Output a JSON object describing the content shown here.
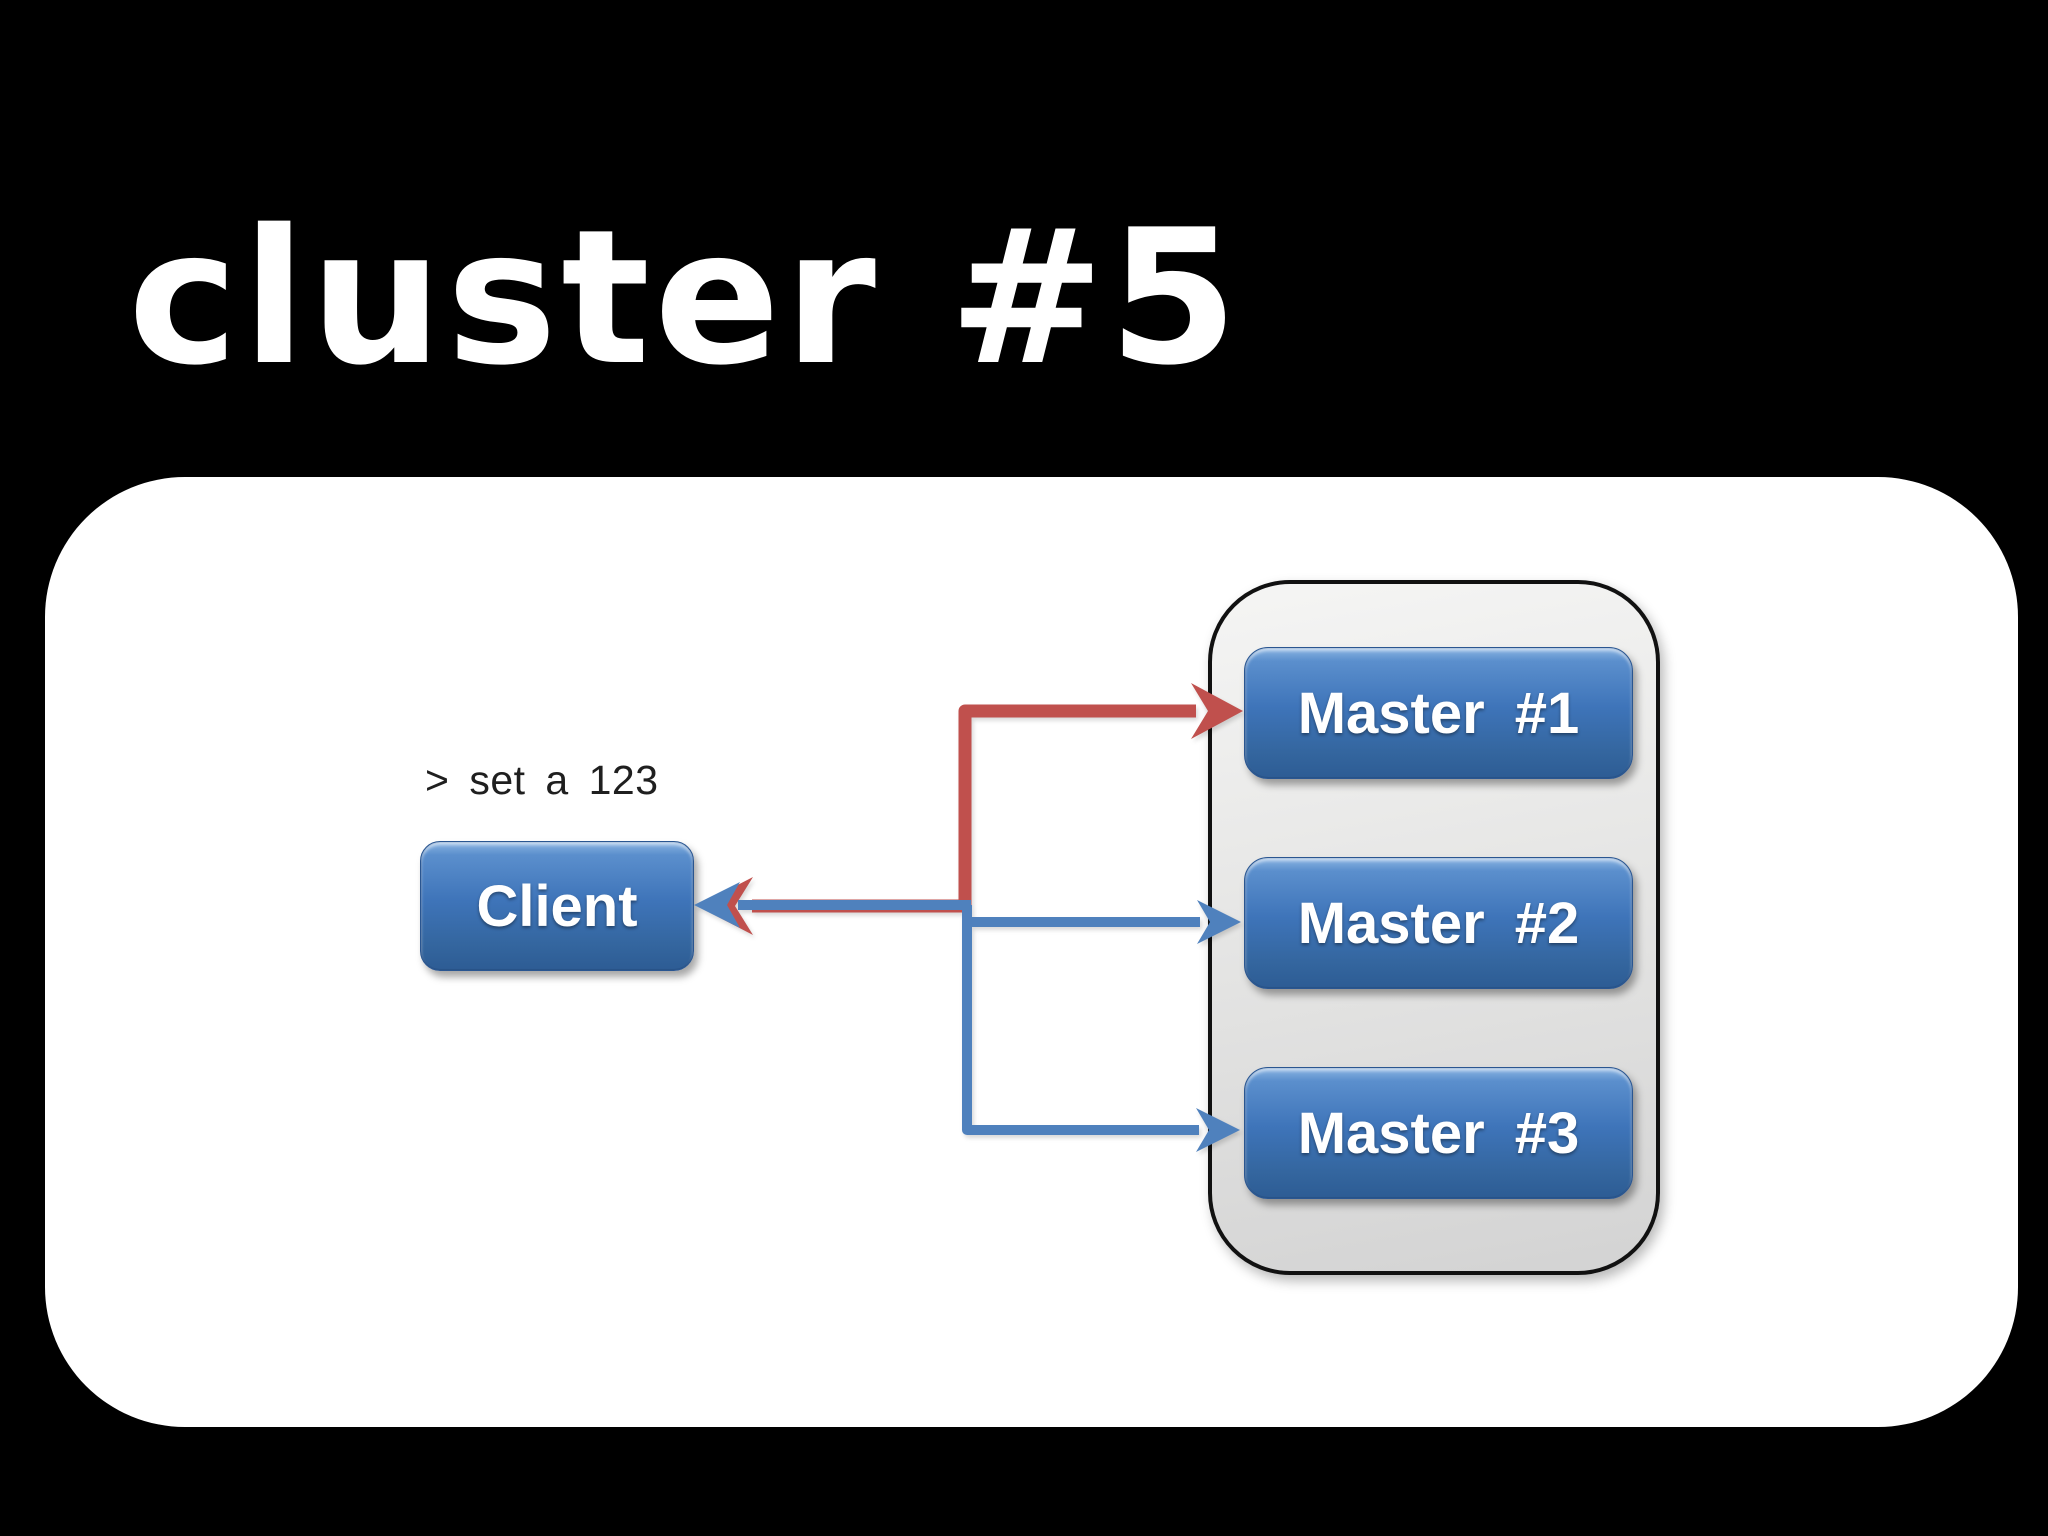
{
  "title": "cluster #5",
  "diagram": {
    "command_label": "> set a 123",
    "client_label": "Client",
    "masters": [
      "Master #1",
      "Master #2",
      "Master #3"
    ],
    "colors": {
      "page_bg": "#000000",
      "panel_bg": "#ffffff",
      "container_border": "#111111",
      "node_blue": "#3E74B9",
      "arrow_red": "#C0504D",
      "arrow_blue": "#4F81BD",
      "command_text": "#1f1f1f",
      "title_color": "#ffffff"
    }
  }
}
